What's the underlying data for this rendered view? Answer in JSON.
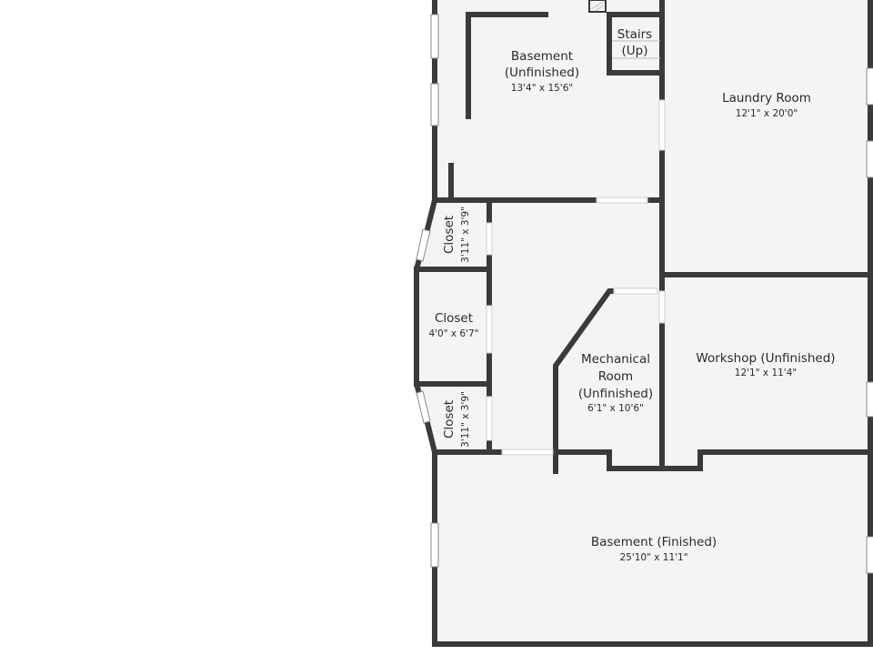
{
  "rooms": {
    "basement_unfinished": {
      "name_line1": "Basement",
      "name_line2": "(Unfinished)",
      "dims": "13'4\" x 15'6\""
    },
    "stairs": {
      "name_line1": "Stairs",
      "name_line2": "(Up)"
    },
    "laundry": {
      "name": "Laundry Room",
      "dims": "12'1\" x 20'0\""
    },
    "closet_top": {
      "name": "Closet",
      "dims": "3'11\" x 3'9\""
    },
    "closet_mid": {
      "name": "Closet",
      "dims": "4'0\" x 6'7\""
    },
    "closet_bottom": {
      "name": "Closet",
      "dims": "3'11\" x 3'9\""
    },
    "mechanical": {
      "name_line1": "Mechanical",
      "name_line2": "Room",
      "name_line3": "(Unfinished)",
      "dims": "6'1\" x 10'6\""
    },
    "workshop": {
      "name": "Workshop (Unfinished)",
      "dims": "12'1\" x 11'4\""
    },
    "basement_finished": {
      "name": "Basement (Finished)",
      "dims": "25'10\" x 11'1\""
    }
  },
  "colors": {
    "floor": "#f4f4f4",
    "wall": "#3a3a3a",
    "text": "#2b2b2b"
  }
}
